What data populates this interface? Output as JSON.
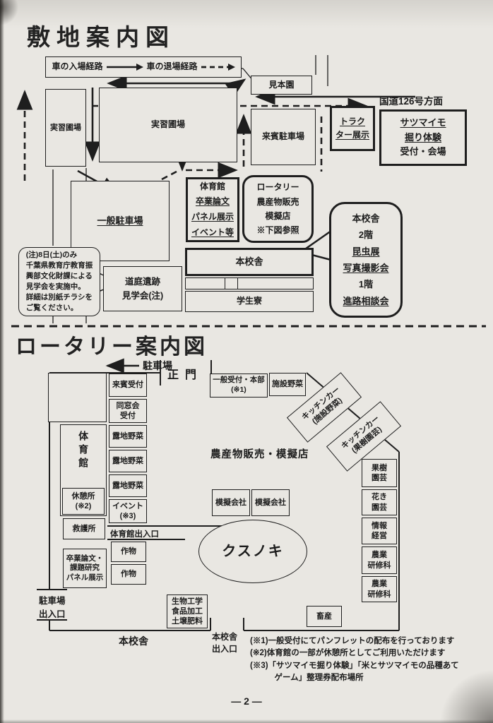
{
  "page": {
    "number": "— 2 —"
  },
  "site_map": {
    "title": "敷地案内図",
    "legend": {
      "entry": "車の入場経路",
      "exit": "車の退場経路"
    },
    "field_left": "実習圃場",
    "field_main": "実習圃場",
    "sample_garden": "見本園",
    "route_label": "国道126号方面",
    "guest_parking": "来賓駐車場",
    "tractor_lines": [
      "トラク",
      "ター展示"
    ],
    "sweet_potato_lines": [
      "サツマイモ",
      "掘り体験",
      "受付・会場"
    ],
    "general_parking": "一般駐車場",
    "gym_lines": [
      "体育館",
      "卒業論文",
      "パネル展示",
      "イベント等"
    ],
    "rotary_lines": [
      "ロータリー",
      "農産物販売",
      "模擬店",
      "※下図参照"
    ],
    "main_building": "本校舎",
    "dorm": "学生寮",
    "ruins": "道庭遺跡\n見学会(注)",
    "note_bubble": "(注)8日(土)のみ\n千葉県教育庁教育振\n興部文化財課による\n見学会を実施中。\n詳細は別紙チラシを\nご覧ください。",
    "info_bubble_lines": [
      "本校舎",
      "2階",
      "昆虫展",
      "写真撮影会",
      "1階",
      "進路相談会"
    ]
  },
  "rotary_map": {
    "title": "ロータリー案内図",
    "parking_arrow": "駐車場",
    "main_gate": "正門",
    "reception_general": "一般受付・本部\n(※1)",
    "facility_veg": "施設野菜",
    "kitchen_car_1": "キッチンカー\n(施設野菜)",
    "kitchen_car_2": "キッチンカー\n(果樹園芸)",
    "center_label": "農産物販売・模擬店",
    "gym": "体育館",
    "rest_area": "休憩所\n(※2)",
    "first_aid": "救護所",
    "panel_exhibit": "卒業論文・\n課題研究\nパネル展示",
    "gym_exit": "体育館出入口",
    "parking_exit": "駐車場\n出入口",
    "main_bldg": "本校舎",
    "main_bldg_exit": "本校舎\n出入口",
    "tree": "クスノキ",
    "livestock": "畜産",
    "biotech": "生物工学\n食品加工\n土壌肥料",
    "mid_stalls": [
      "来賓受付",
      "同窓会\n受付",
      "露地野菜",
      "露地野菜",
      "露地野菜",
      "イベント\n(※3)"
    ],
    "right_depts": [
      "果樹\n園芸",
      "花き\n園芸",
      "情報\n経営",
      "農業\n研修科",
      "農業\n研修科"
    ],
    "mock_shops": [
      "模擬会社",
      "模擬会社"
    ],
    "crops": [
      "作物",
      "作物"
    ],
    "footnotes": "(※1)一般受付にてパンフレットの配布を行っております\n(※2)体育館の一部が休憩所としてご利用いただけます\n(※3)「サツマイモ掘り体験」「米とサツマイモの品種あて\n　　　ゲーム」整理券配布場所"
  }
}
